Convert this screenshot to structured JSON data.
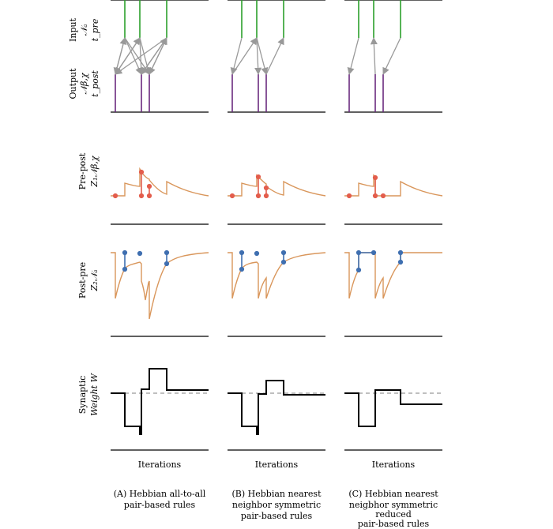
{
  "row_labels": {
    "input": [
      "Input",
      "𝒩ₐ",
      "t_pre"
    ],
    "output": [
      "Output",
      "𝒩β,χ",
      "t_post"
    ],
    "prepost": [
      "Pre-post",
      "Z₁𝒩β,χ"
    ],
    "postpre": [
      "Post-pre",
      "Z₂𝒩ₐ"
    ],
    "weight": [
      "Synaptic",
      "Weight W"
    ]
  },
  "x_axis_label": "Iterations",
  "panels": [
    {
      "id": "A",
      "caption": [
        "(A) Hebbian all-to-all",
        "pair-based rules"
      ]
    },
    {
      "id": "B",
      "caption": [
        "(B) Hebbian nearest",
        "neighbor symmetric",
        "pair-based rules"
      ]
    },
    {
      "id": "C",
      "caption": [
        "(C) Hebbian nearest",
        "neigbhor symmetric",
        "reduced",
        "pair-based rules"
      ]
    }
  ],
  "colors": {
    "input_spike": "#2ca02c",
    "output_spike": "#6b2a7e",
    "arrow": "#999999",
    "trace": "#d9965b",
    "prepost_update": "#e35d4c",
    "postpre_update": "#3f6fb0",
    "weight": "#000000",
    "baseline": "#999999"
  }
}
